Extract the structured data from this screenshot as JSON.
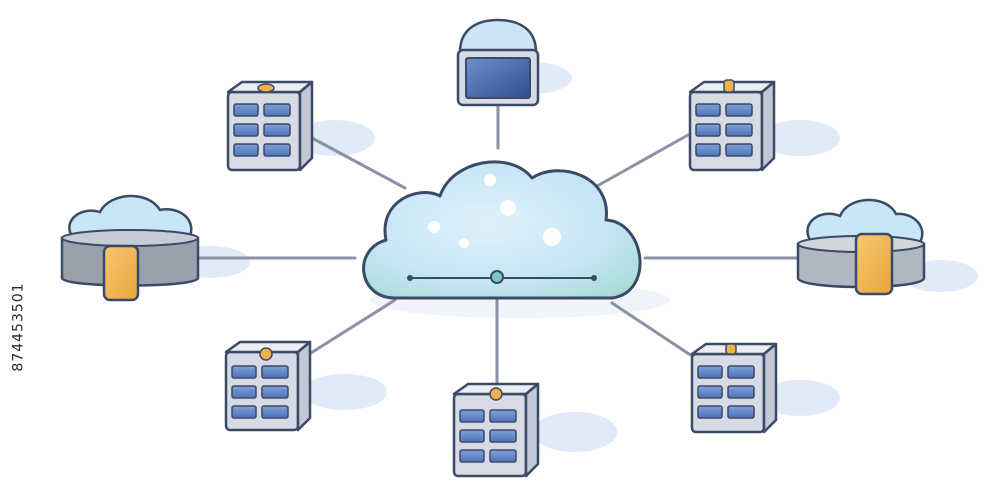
{
  "figure": {
    "description_id": "874453501"
  },
  "colors": {
    "outline": "#3b4a66",
    "server_body": "#d7dbe6",
    "server_top": "#ebedf3",
    "server_side": "#c3c8d6",
    "server_slot": "#4f73b8",
    "server_slot_light": "#7fa0d8",
    "orange_knob": "#f0b14d",
    "cloud_fill": "#c8e6f5",
    "cloud_fill_teal": "#a9dcd7",
    "storage_band": "#9aa1ad",
    "storage_tag": "#f3b54f",
    "monitor_screen": "#3e5f9e",
    "connector": "#8a92a6",
    "shadow": "#b9cbe9"
  },
  "icons": [
    "cloud-hub",
    "monitor-node",
    "server-node",
    "cloud-storage-node"
  ]
}
